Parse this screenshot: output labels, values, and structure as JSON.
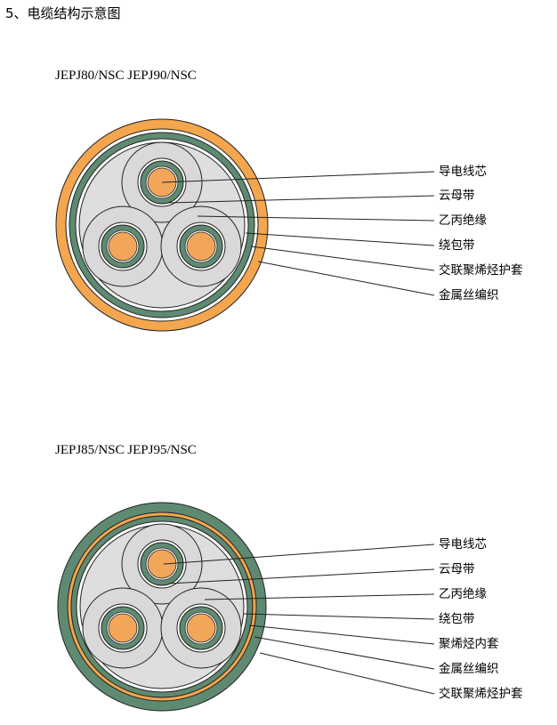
{
  "heading": "5、电缆结构示意图",
  "colors": {
    "conductor": "#f2a65a",
    "insulation_screen": "#5f8a72",
    "outer_orange": "#f4a64e",
    "armor_green": "#5f8a72",
    "filler_gray": "#d9d9d9",
    "white_layer": "#ffffff"
  },
  "diagrams": [
    {
      "model": "JEPJ80/NSC JEPJ90/NSC",
      "labels": [
        "导电线芯",
        "云母带",
        "乙丙绝缘",
        "绕包带",
        "交联聚烯烃护套",
        "金属丝编织"
      ]
    },
    {
      "model": "JEPJ85/NSC JEPJ95/NSC",
      "labels": [
        "导电线芯",
        "云母带",
        "乙丙绝缘",
        "绕包带",
        "聚烯烃内套",
        "金属丝编织",
        "交联聚烯烃护套"
      ]
    }
  ]
}
